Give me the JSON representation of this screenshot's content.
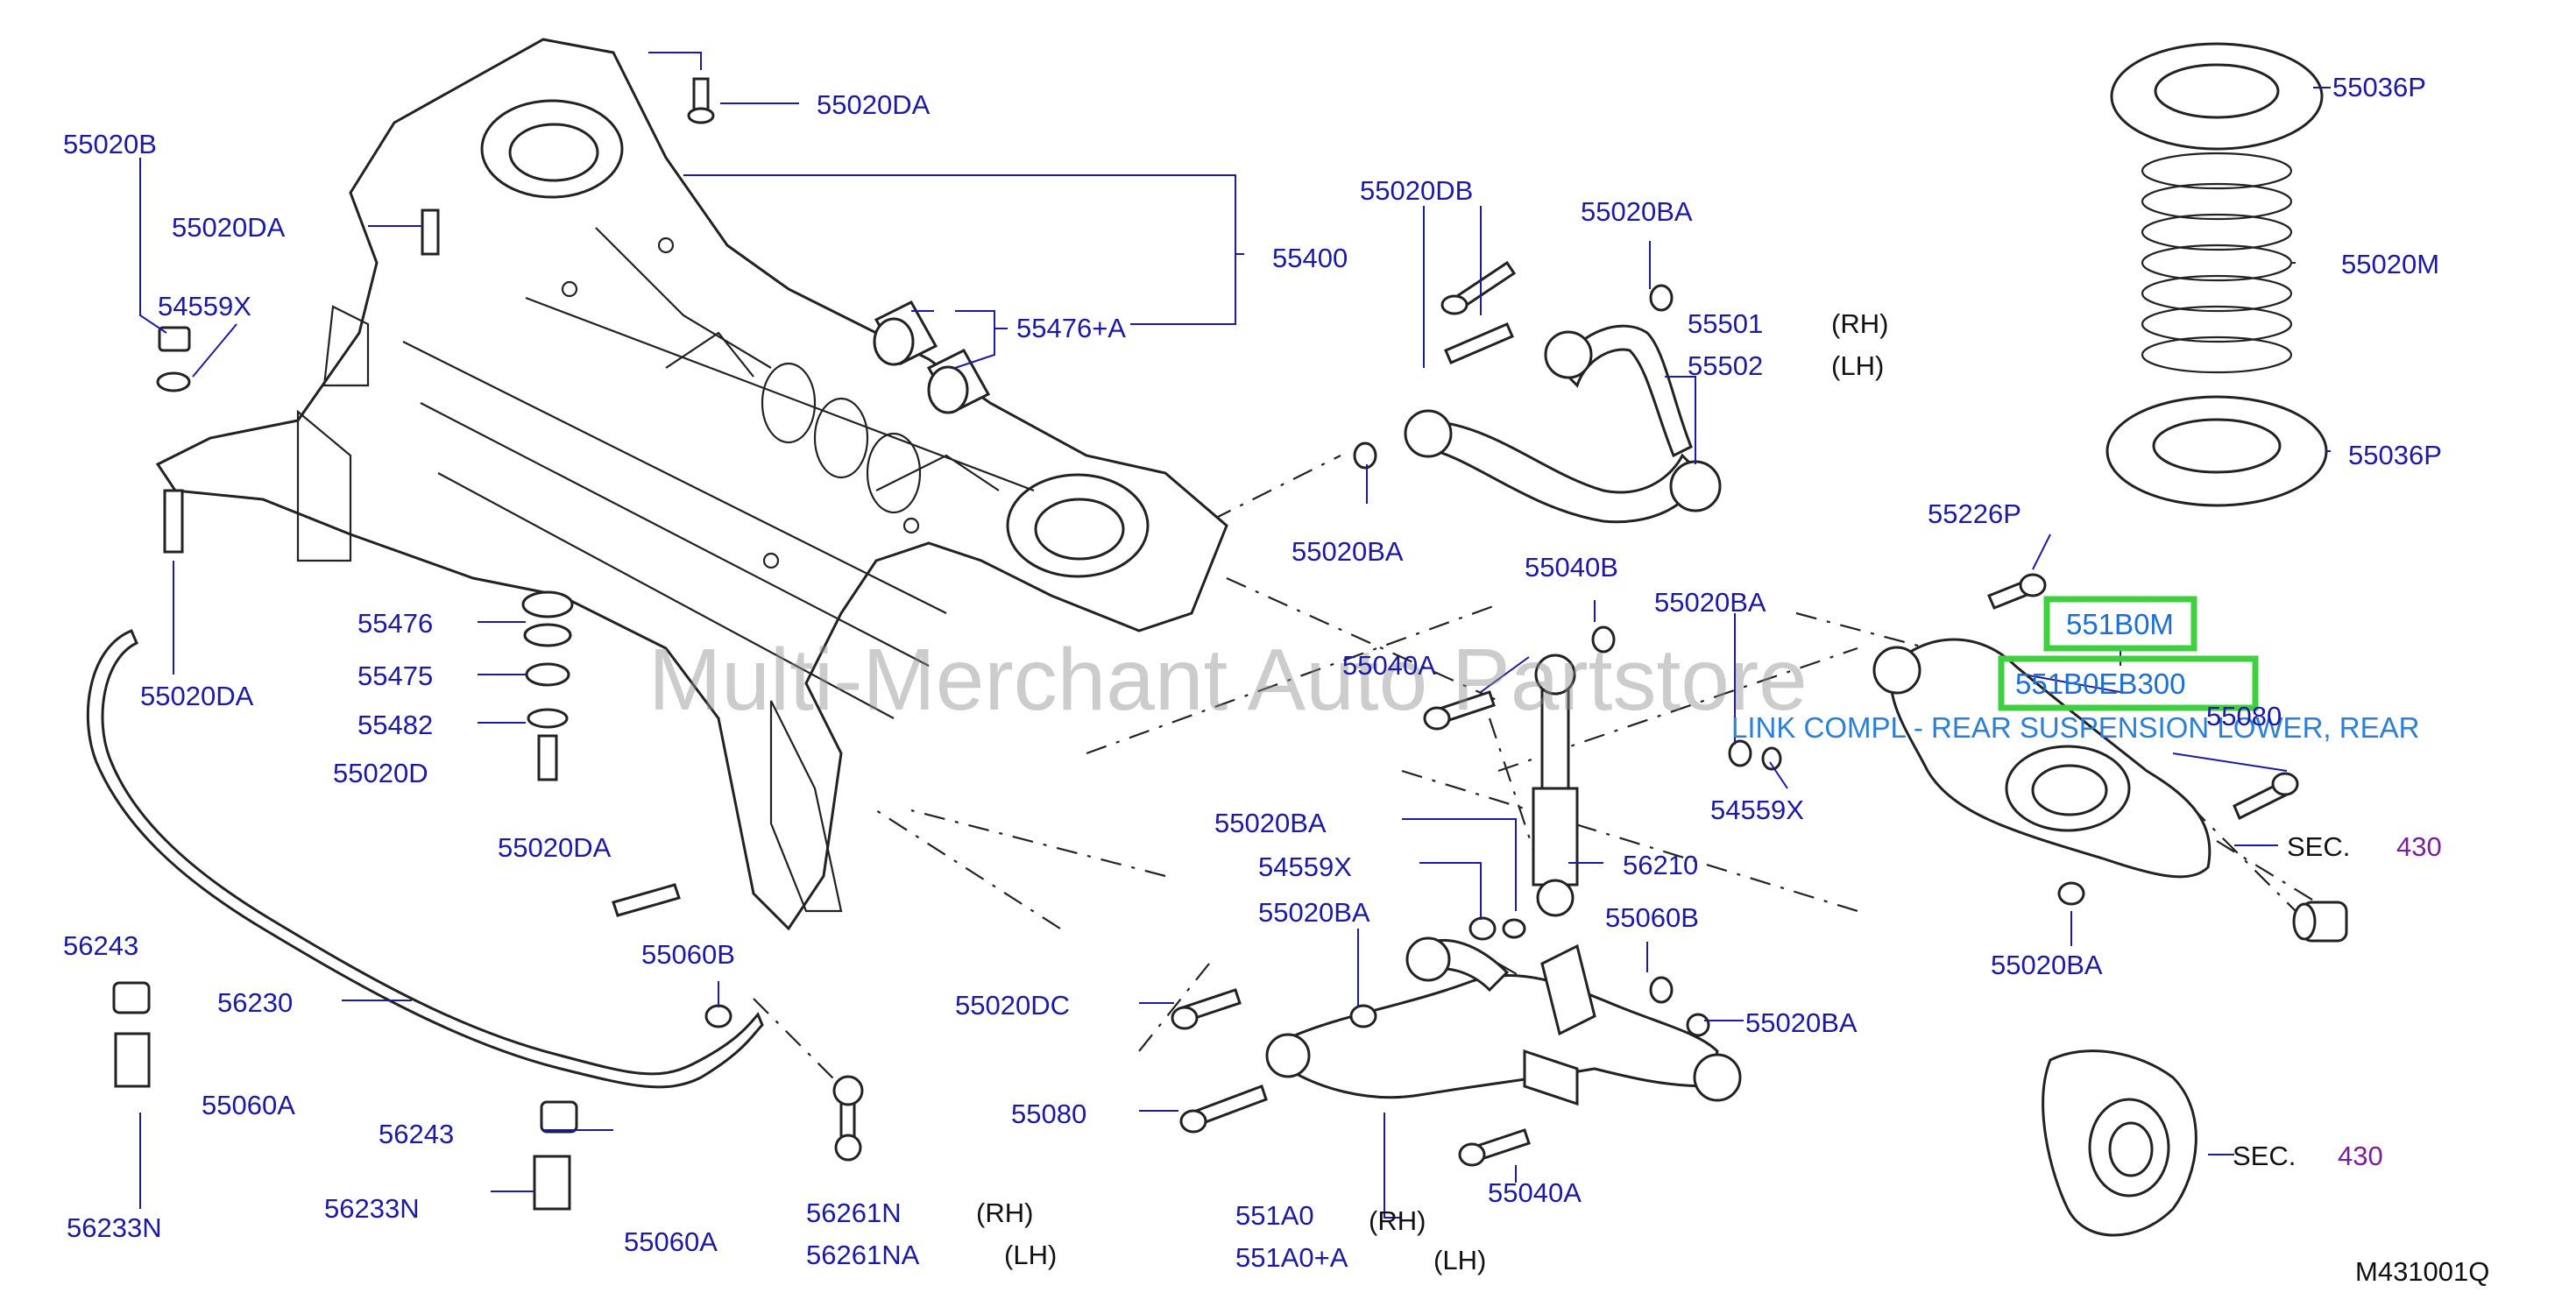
{
  "watermark": "Multi-Merchant Auto Partstore",
  "diagram_code": "M431001Q",
  "highlight": {
    "part_a": "551B0M",
    "part_b": "551B0EB300",
    "description": "LINK COMPL - REAR SUSPENSION LOWER, REAR"
  },
  "labels": {
    "l55020B": "55020B",
    "l55020DA_a": "55020DA",
    "l55020DA_b": "55020DA",
    "l54559X_a": "54559X",
    "l55020DA_c": "55020DA",
    "l55400": "55400",
    "l55476A": "55476+A",
    "l55476": "55476",
    "l55475": "55475",
    "l55482": "55482",
    "l55020D": "55020D",
    "l55020DA_d": "55020DA",
    "l56243_a": "56243",
    "l56230": "56230",
    "l55060A_a": "55060A",
    "l56233N_a": "56233N",
    "l56243_b": "56243",
    "l56233N_b": "56233N",
    "l55060A_b": "55060A",
    "l55060B_a": "55060B",
    "l56261N": "56261N",
    "l56261NA": "56261NA",
    "l55020DB": "55020DB",
    "l55020BA_a": "55020BA",
    "l55501": "55501",
    "l55502": "55502",
    "l55020BA_b": "55020BA",
    "l55040B": "55040B",
    "l55040A_a": "55040A",
    "l55020BA_c": "55020BA",
    "l54559X_b": "54559X",
    "l55020BA_d": "55020BA",
    "l54559X_c": "54559X",
    "l55020BA_e": "55020BA",
    "l56210": "56210",
    "l55060B_b": "55060B",
    "l55020DC": "55020DC",
    "l55020BA_f": "55020BA",
    "l55080_a": "55080",
    "l551A0": "551A0",
    "l551A0A": "551A0+A",
    "l55040A_b": "55040A",
    "l55226P": "55226P",
    "l55080_b": "55080",
    "l55020BA_g": "55020BA",
    "l55036P_a": "55036P",
    "l55020M": "55020M",
    "l55036P_b": "55036P"
  },
  "sides": {
    "rh1": "(RH)",
    "lh1": "(LH)",
    "rh2": "(RH)",
    "lh2": "(LH)",
    "rh3": "(RH)",
    "lh3": "(LH)"
  },
  "sec": {
    "sec1": "SEC.",
    "num1": "430",
    "sec2": "SEC.",
    "num2": "430"
  },
  "colors": {
    "label": "#1a1aa6",
    "section_number": "#7a1f9c",
    "highlight_box": "#3fcf3f",
    "highlight_text": "#1a6fd8"
  }
}
